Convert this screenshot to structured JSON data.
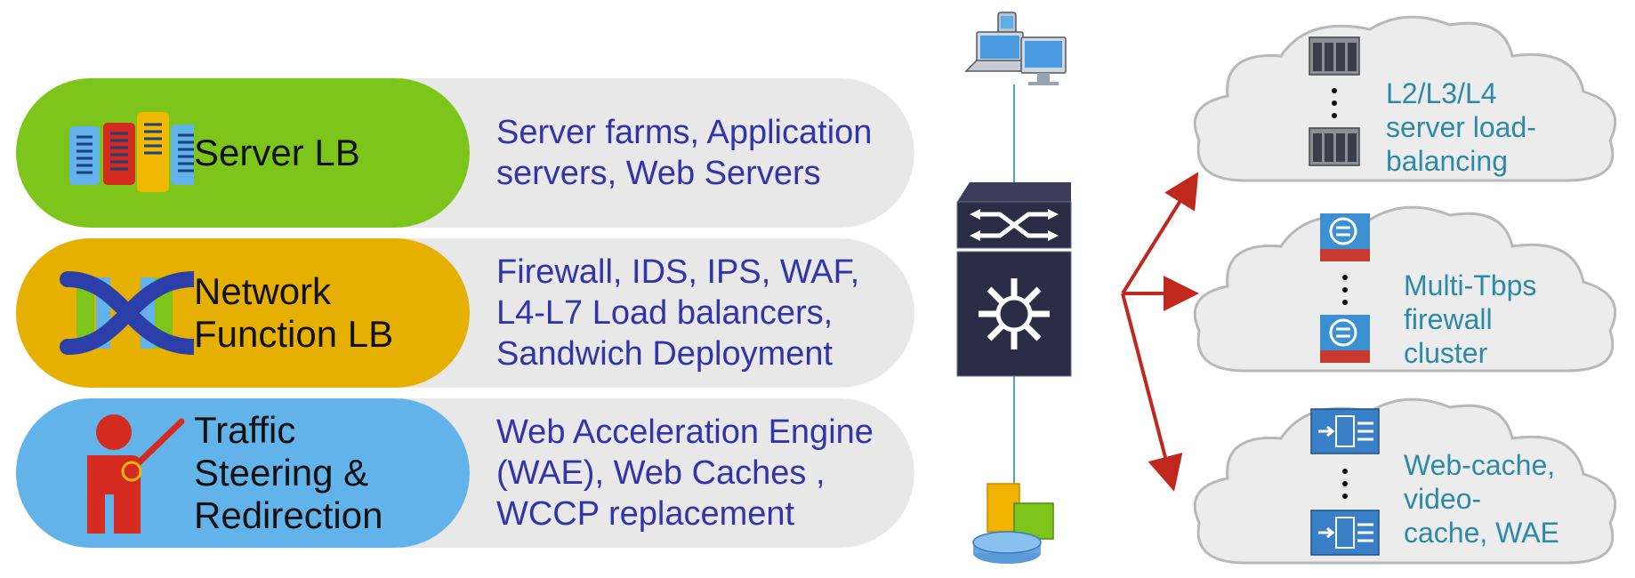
{
  "rows": [
    {
      "title": "Server LB",
      "description": "Server farms, Application\nservers, Web Servers",
      "pill_color": "#7dc51b",
      "icon": "server-rack-icon"
    },
    {
      "title": "Network\nFunction LB",
      "description": "Firewall, IDS, IPS, WAF,\nL4-L7 Load balancers,\nSandwich Deployment",
      "pill_color": "#e6b000",
      "icon": "network-crossing-icon"
    },
    {
      "title": "Traffic\nSteering &\nRedirection",
      "description": "Web Acceleration Engine\n(WAE), Web Caches ,\nWCCP replacement",
      "pill_color": "#62b3ea",
      "icon": "presenter-icon"
    }
  ],
  "clouds": [
    {
      "label": "L2/L3/L4\nserver load-\nbalancing",
      "icon": "server-chassis-icon"
    },
    {
      "label": "Multi-Tbps\nfirewall\ncluster",
      "icon": "firewall-icon"
    },
    {
      "label": "Web-cache,\nvideo-\ncache, WAE",
      "icon": "cache-engine-icon"
    }
  ],
  "colors": {
    "connector": "#4aa6c8",
    "arrows": "#c0281e",
    "switch": "#2a2d45",
    "row_background": "#e8e8e8",
    "description_text": "#3333aa",
    "cloud_text": "#2c8aa8"
  },
  "devices": {
    "top": "client-computers-icon",
    "center": "multilayer-switch-icon",
    "bottom": "database-server-icon"
  }
}
